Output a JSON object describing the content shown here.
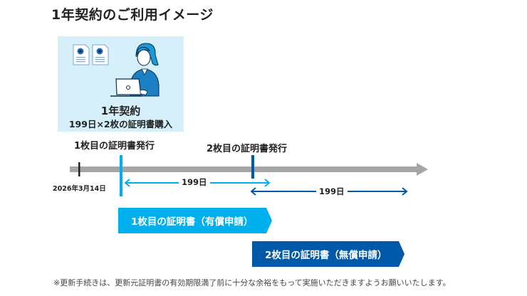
{
  "title": "1年契約のご利用イメージ",
  "card": {
    "illustration": "woman-at-laptop-with-certificates",
    "line1": "1年契約",
    "line2": "199日×2枚の証明書購入",
    "background": "#d6f0fb"
  },
  "timeline": {
    "start_date": "2026年3月14日",
    "marker1_label": "1枚目の証明書発行",
    "marker2_label": "2枚目の証明書発行",
    "span1_label": "199日",
    "span2_label": "199日",
    "colors": {
      "axis": "#a6a6a6",
      "first": "#00b0ec",
      "second": "#0058a8",
      "start_tick": "#222222"
    }
  },
  "banners": [
    {
      "label": "1枚目の証明書（有償申請）",
      "color": "#00b0ec"
    },
    {
      "label": "2枚目の証明書（無償申請）",
      "color": "#0058a8"
    }
  ],
  "note": "※更新手続きは、更新元証明書の有効期限満了前に十分な余裕をもって実施いただきますようお願いいたします。"
}
